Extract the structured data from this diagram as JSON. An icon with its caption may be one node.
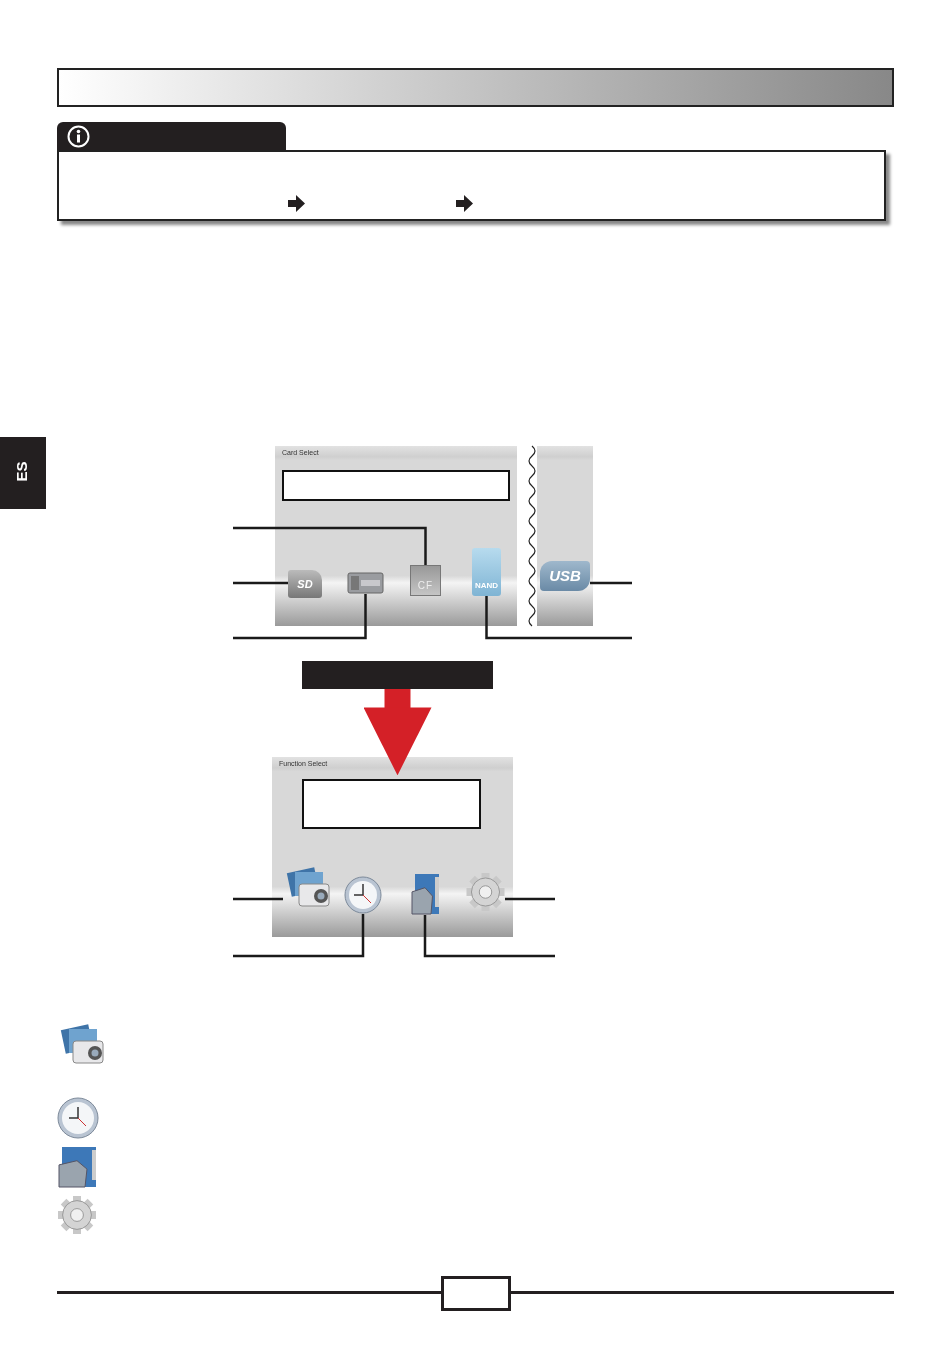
{
  "diagram": {
    "nodes": [
      {
        "text": [
          "Card Select"
        ]
      },
      {
        "text": [],
        "shape": "box",
        "in": 0
      },
      {
        "text": [
          "SD"
        ],
        "in": 0
      },
      {
        "text": [],
        "shape": "picture",
        "in": 0
      },
      {
        "text": [
          "CF"
        ],
        "in": 0
      },
      {
        "text": [
          "NAND"
        ],
        "in": 0
      },
      {
        "text": [
          "USB"
        ]
      },
      {
        "text": [],
        "shape": "bar"
      },
      {
        "text": [
          "Function Select"
        ]
      },
      {
        "text": [],
        "shape": "box",
        "in": 8
      },
      {
        "text": [],
        "shape": "picture",
        "in": 8
      },
      {
        "text": [],
        "shape": "picture",
        "in": 8
      },
      {
        "text": [],
        "shape": "picture",
        "in": 8
      },
      {
        "text": [],
        "shape": "picture",
        "in": 8
      }
    ],
    "edges": [
      {
        "from": null,
        "to": 4,
        "arrow": "none"
      },
      {
        "from": null,
        "to": 2,
        "arrow": "none"
      },
      {
        "from": null,
        "to": 6,
        "arrow": "none"
      },
      {
        "from": null,
        "to": 3,
        "arrow": "none"
      },
      {
        "from": null,
        "to": 5,
        "arrow": "none"
      },
      {
        "from": 7,
        "to": 8,
        "arrow": "to",
        "style": "thick",
        "color": "#d42027"
      },
      {
        "from": null,
        "to": 10,
        "arrow": "none"
      },
      {
        "from": null,
        "to": 13,
        "arrow": "none"
      },
      {
        "from": null,
        "to": 11,
        "arrow": "none"
      },
      {
        "from": null,
        "to": 12,
        "arrow": "none"
      }
    ],
    "labels": [
      "ES"
    ]
  }
}
